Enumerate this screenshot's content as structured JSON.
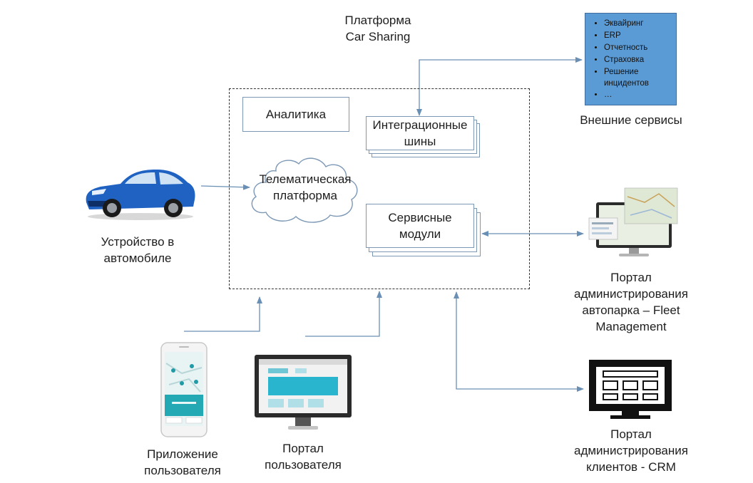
{
  "title": {
    "line1": "Платформа",
    "line2": "Car Sharing"
  },
  "analytics": "Аналитика",
  "integration_bus": {
    "line1": "Интеграционные",
    "line2": "шины"
  },
  "telematics": {
    "line1": "Телематическая",
    "line2": "платформа"
  },
  "service_modules": {
    "line1": "Сервисные",
    "line2": "модули"
  },
  "external_services": {
    "items": [
      "Эквайринг",
      "ERP",
      "Отчетность",
      "Страховка",
      "Решение инцидентов",
      "…"
    ],
    "label": "Внешние сервисы"
  },
  "car_device": {
    "line1": "Устройство в",
    "line2": "автомобиле"
  },
  "fleet_portal": {
    "line1": "Портал",
    "line2": "администрирования",
    "line3": "автопарка – Fleet",
    "line4": "Management"
  },
  "crm_portal": {
    "line1": "Портал",
    "line2": "администрирования",
    "line3": "клиентов - CRM"
  },
  "user_app": {
    "line1": "Приложение",
    "line2": "пользователя"
  },
  "user_portal": {
    "line1": "Портал",
    "line2": "пользователя"
  },
  "colors": {
    "arrow": "#6a8fb5",
    "box_border": "#7d98b5",
    "external_fill": "#5b9bd5",
    "car_blue": "#1f62c2"
  },
  "icons": [
    "car-icon",
    "smartphone-icon",
    "monitor-icon",
    "map-monitor-icon",
    "crm-monitor-icon",
    "cloud-icon"
  ]
}
